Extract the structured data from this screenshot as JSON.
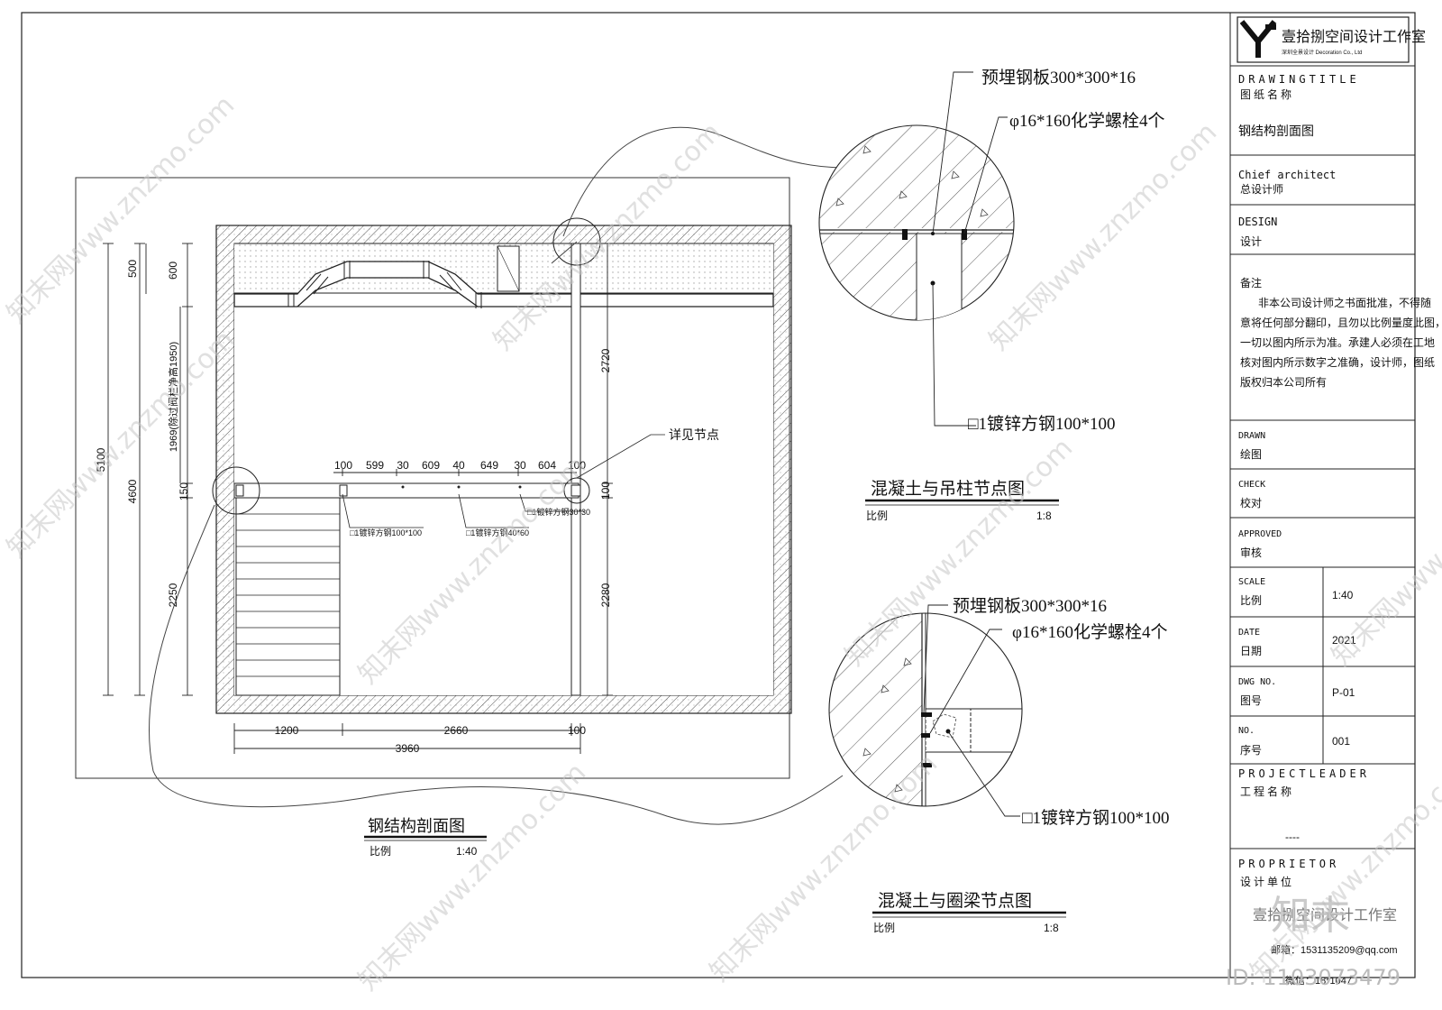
{
  "main_drawing": {
    "title": "钢结构剖面图",
    "scale_label": "比例",
    "scale_value": "1:40",
    "left_dims": [
      "5100",
      "4600",
      "500",
      "600",
      "1969(除过阀栏净高1950)",
      "150",
      "2250"
    ],
    "right_dims": [
      "2720",
      "100",
      "2280"
    ],
    "beam_dims": [
      "100",
      "599",
      "30",
      "609",
      "40",
      "649",
      "30",
      "604",
      "100"
    ],
    "bottom_dims": [
      "1200",
      "2660",
      "100",
      "3960"
    ],
    "detail_callout": "详见节点",
    "member_labels": [
      "□1镀锌方钢100*100",
      "□1镀锌方钢40*60",
      "□1镀锌方钢30*30"
    ]
  },
  "detail_top": {
    "title": "混凝土与吊柱节点图",
    "scale_label": "比例",
    "scale_value": "1:8",
    "labels": [
      "预埋钢板300*300*16",
      "φ16*160化学螺栓4个",
      "□1镀锌方钢100*100"
    ]
  },
  "detail_bottom": {
    "title": "混凝土与圈梁节点图",
    "scale_label": "比例",
    "scale_value": "1:8",
    "labels": [
      "预埋钢板300*300*16",
      "φ16*160化学螺栓4个",
      "□1镀锌方钢100*100"
    ]
  },
  "title_block": {
    "company": "壹拾捌空间设计工作室",
    "company_sub": "深圳全景设计 Decoration Co., Ltd",
    "drawing_title_en": "DRAWINGTITLE",
    "drawing_title_cn": "图纸名称",
    "drawing_name": "钢结构剖面图",
    "chief_en": "Chief architect",
    "chief_cn": "总设计师",
    "design_en": "DESIGN",
    "design_cn": "设计",
    "notes_title": "备注",
    "notes_lines": [
      "非本公司设计师之书面批准，不得随",
      "意将任何部分翻印，且勿以比例量度此图，",
      "一切以图内所示为准。承建人必须在工地",
      "核对图内所示数字之准确，设计师，图纸",
      "版权归本公司所有"
    ],
    "drawn_en": "DRAWN",
    "drawn_cn": "绘图",
    "check_en": "CHECK",
    "check_cn": "校对",
    "approved_en": "APPROVED",
    "approved_cn": "审核",
    "scale_en": "SCALE",
    "scale_cn": "比例",
    "scale_val": "1:40",
    "date_en": "DATE",
    "date_cn": "日期",
    "date_val": "2021",
    "dwg_en": "DWG NO.",
    "dwg_cn": "图号",
    "dwg_val": "P-01",
    "no_en": "NO.",
    "no_cn": "序号",
    "no_val": "001",
    "project_en": "PROJECTLEADER",
    "project_cn": "工程名称",
    "project_val": "----",
    "proprietor_en": "PROPRIETOR",
    "proprietor_cn": "设计单位",
    "proprietor_val": "壹拾捌空间设计工作室",
    "email": "邮箱：1531135209@qq.com",
    "wechat": "微信：18*1047"
  },
  "watermark": {
    "text": "知末网www.znzmo.com",
    "logo": "知末",
    "id": "ID: 1103073479"
  }
}
